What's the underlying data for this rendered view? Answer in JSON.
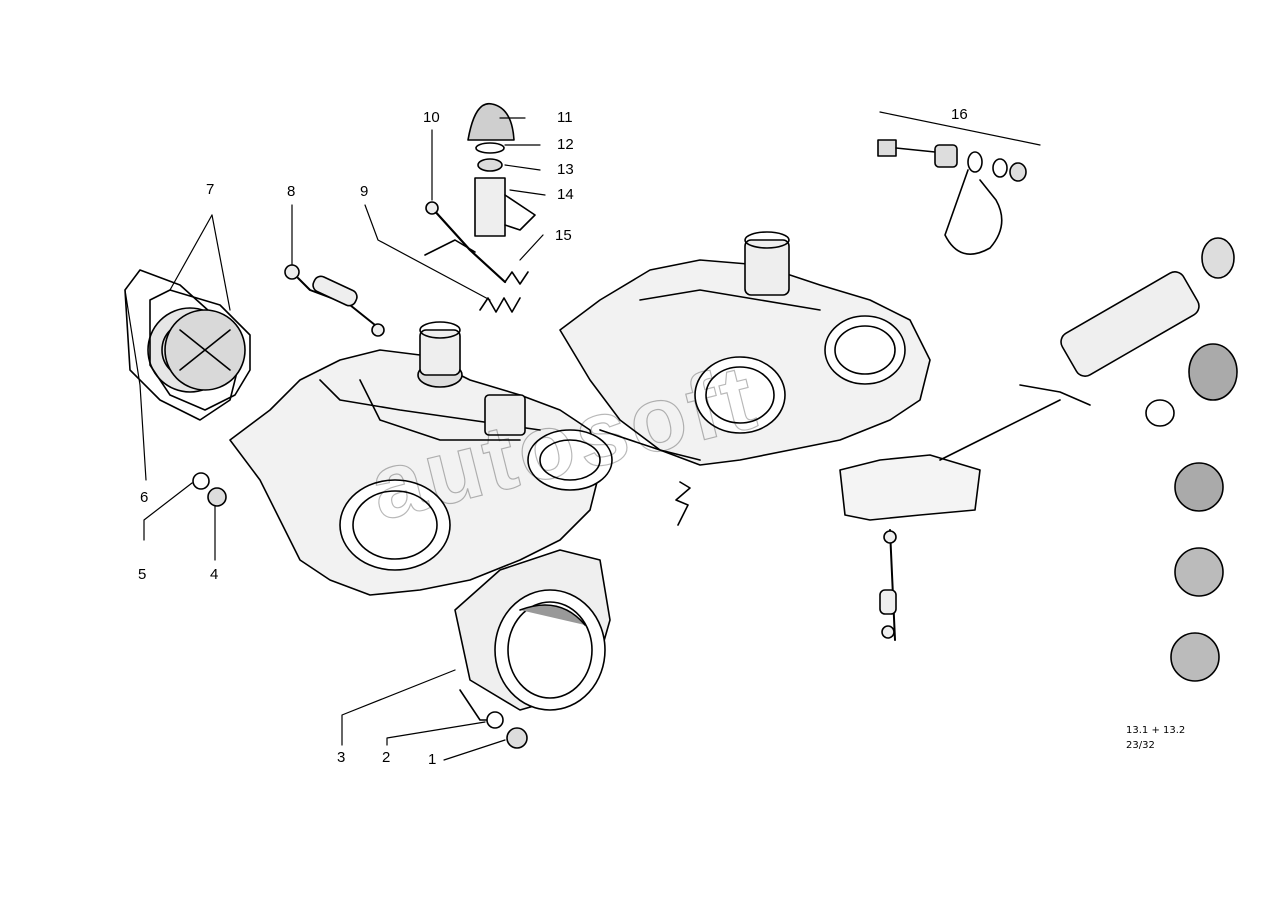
{
  "callouts": {
    "c1": "1",
    "c2": "2",
    "c3": "3",
    "c4": "4",
    "c5": "5",
    "c6": "6",
    "c7": "7",
    "c8": "8",
    "c9": "9",
    "c10": "10",
    "c11": "11",
    "c12": "12",
    "c13": "13",
    "c14": "14",
    "c15": "15",
    "c16": "16"
  },
  "reference": {
    "line1": "13.1 + 13.2",
    "line2": "23/32"
  },
  "watermark": "autosoft",
  "colors": {
    "line": "#000000",
    "background": "#ffffff"
  }
}
